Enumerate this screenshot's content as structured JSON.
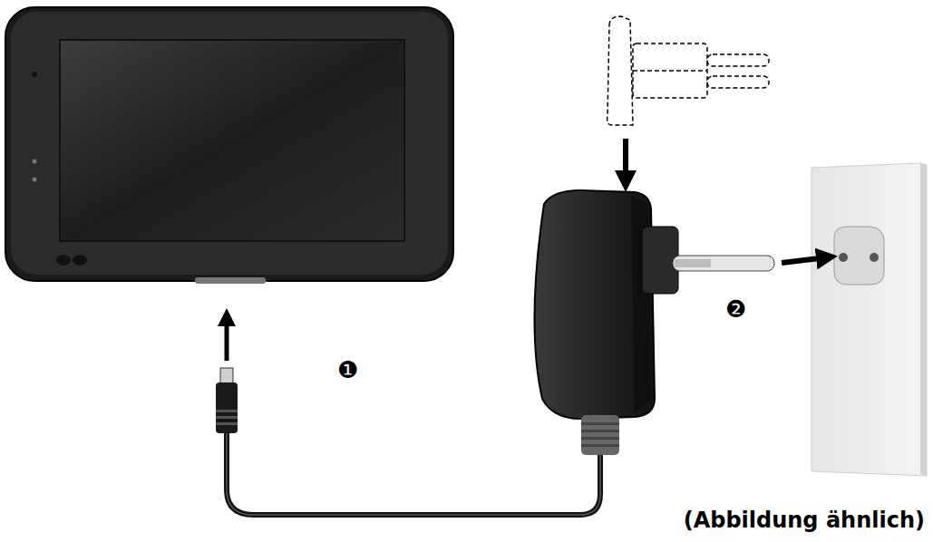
{
  "diagram": {
    "labels": [
      "❶",
      "❷",
      "(Abbildung ähnlich)"
    ]
  }
}
